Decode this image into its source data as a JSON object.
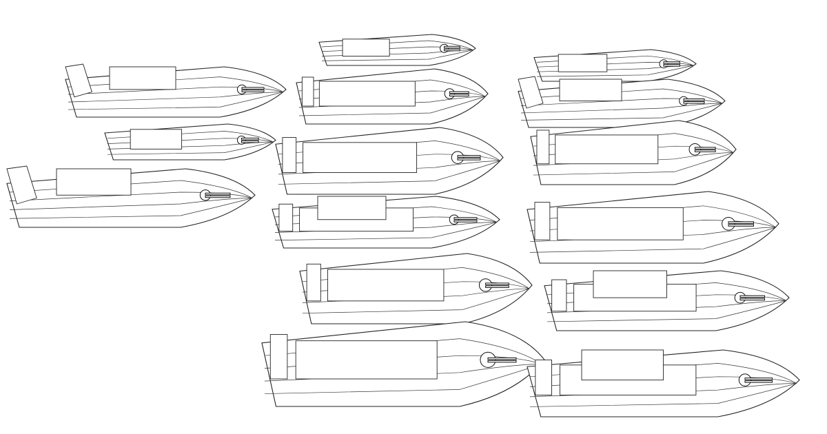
{
  "colors": {
    "background": "#ffffff",
    "wireframe": "#222222"
  },
  "boats": [
    {
      "kind": "speedboat",
      "armed": true
    },
    {
      "kind": "speedboat",
      "armed": true
    },
    {
      "kind": "cabin-boat",
      "armed": true
    },
    {
      "kind": "rib",
      "armed": true
    },
    {
      "kind": "cabin-boat",
      "armed": true
    },
    {
      "kind": "speedboat",
      "armed": true
    },
    {
      "kind": "rib",
      "armed": true
    },
    {
      "kind": "rib",
      "armed": true
    },
    {
      "kind": "cabin-boat",
      "armed": true
    },
    {
      "kind": "rib-cabin",
      "armed": true
    },
    {
      "kind": "rib",
      "armed": true
    },
    {
      "kind": "rib",
      "armed": true
    },
    {
      "kind": "rib-cabin",
      "armed": true
    },
    {
      "kind": "rib",
      "armed": true
    },
    {
      "kind": "rib-cabin",
      "armed": true
    }
  ]
}
